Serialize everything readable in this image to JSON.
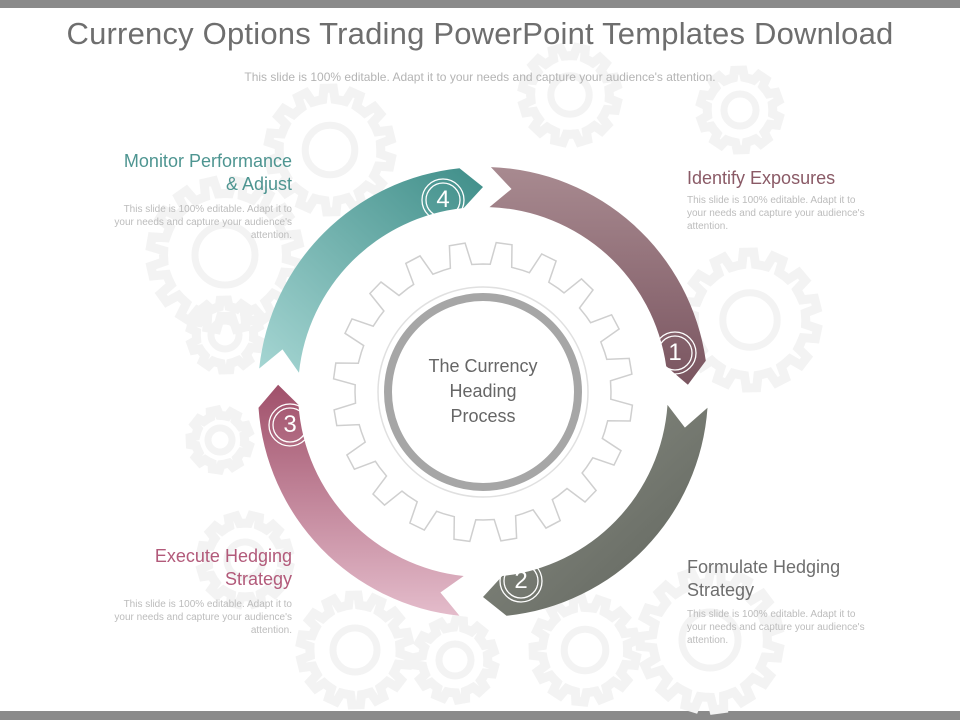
{
  "slide": {
    "title": "Currency Options Trading PowerPoint Templates Download",
    "subtitle": "This slide is 100% editable. Adapt it to your needs and capture your audience's attention."
  },
  "center": {
    "line1": "The Currency",
    "line2": "Heading",
    "line3": "Process"
  },
  "steps": [
    {
      "number": "1",
      "title_line1": "Identify Exposures",
      "title_line2": "",
      "description": "This slide is 100% editable. Adapt it to your needs and capture your audience's attention.",
      "color": "#8f6a72"
    },
    {
      "number": "2",
      "title_line1": "Formulate Hedging",
      "title_line2": "Strategy",
      "description": "This slide is 100% editable. Adapt it to your needs and capture your audience's attention.",
      "color": "#6c7068"
    },
    {
      "number": "3",
      "title_line1": "Execute Hedging",
      "title_line2": "Strategy",
      "description": "This slide is 100% editable. Adapt it to your needs and capture your audience's attention.",
      "color": "#b5677e"
    },
    {
      "number": "4",
      "title_line1": "Monitor Performance",
      "title_line2": "& Adjust",
      "description": "This slide is 100% editable. Adapt it to your needs and capture your audience's attention.",
      "color": "#4e9e9a"
    }
  ],
  "colors": {
    "title_text": "#6e6e6e",
    "step1_title": "#8a5a66",
    "step2_title": "#6e6e6e",
    "step3_title": "#b25a7a",
    "step4_title": "#4e9591",
    "gear_outline": "#d0d0d0",
    "inner_ring": "#a0a0a0",
    "background_gears": "#f3f3f3"
  },
  "icons": {
    "background": "gear-icon",
    "center": "gear-icon"
  }
}
